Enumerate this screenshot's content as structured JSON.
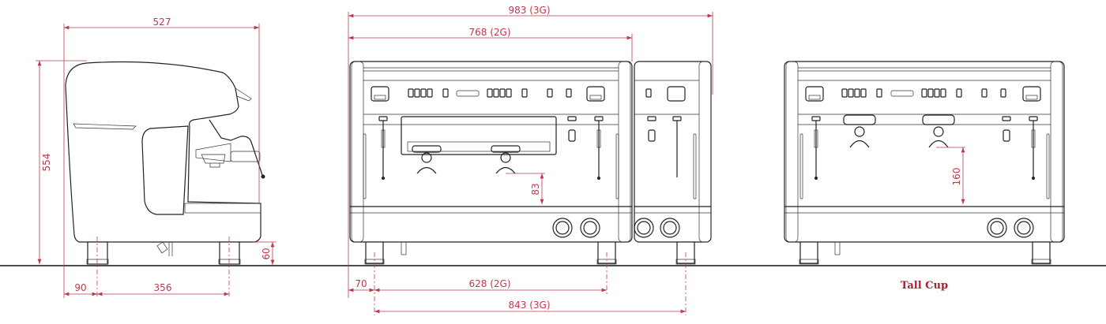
{
  "side_view": {
    "width_label": "527",
    "height_label": "554",
    "front_offset_label": "90",
    "leg_spacing_label": "356",
    "leg_height_label": "60"
  },
  "front_view": {
    "width_3g_label": "983 (3G)",
    "width_2g_label": "768 (2G)",
    "cup_clearance_label": "83",
    "leg_offset_label": "70",
    "leg_spacing_2g_label": "628 (2G)",
    "leg_spacing_3g_label": "843 (3G)"
  },
  "tall_cup_view": {
    "cup_clearance_label": "160",
    "caption": "Tall Cup"
  },
  "colors": {
    "dimension": "#c0394b",
    "caption": "#b01c2e",
    "line": "#222222"
  }
}
